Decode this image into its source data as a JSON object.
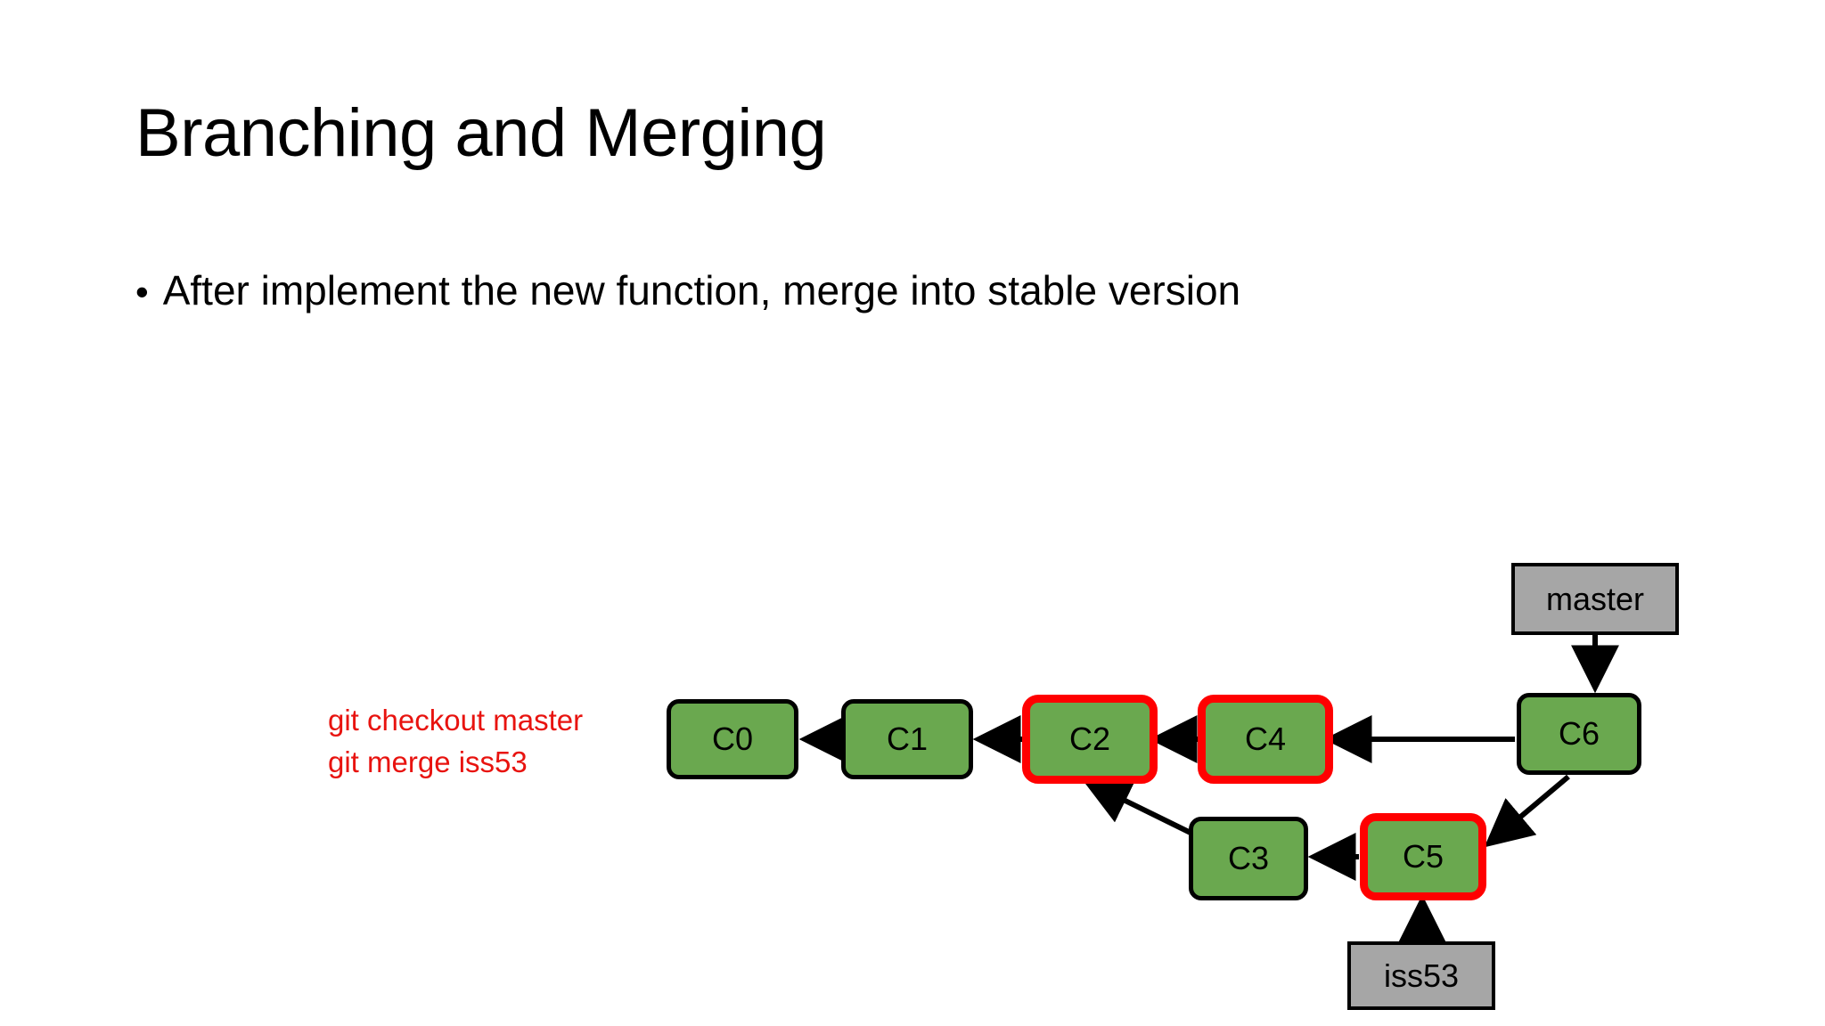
{
  "slide": {
    "title": "Branching and Merging",
    "bullet_marker": "•",
    "bullet_text": "After implement the new function, merge into stable version",
    "background_color": "#ffffff"
  },
  "annotation": {
    "color": "#e8130f",
    "lines": [
      "git checkout master",
      "git merge iss53"
    ]
  },
  "colors": {
    "commit_fill": "#6aa84f",
    "commit_stroke": "#000000",
    "highlight_stroke": "#ff0000",
    "branch_fill": "#a6a6a6",
    "branch_stroke": "#000000",
    "arrow": "#000000",
    "text": "#000000"
  },
  "graph": {
    "commits": [
      {
        "id": "c0",
        "label": "C0",
        "highlighted": false
      },
      {
        "id": "c1",
        "label": "C1",
        "highlighted": false
      },
      {
        "id": "c2",
        "label": "C2",
        "highlighted": true
      },
      {
        "id": "c4",
        "label": "C4",
        "highlighted": true
      },
      {
        "id": "c6",
        "label": "C6",
        "highlighted": false
      },
      {
        "id": "c3",
        "label": "C3",
        "highlighted": false
      },
      {
        "id": "c5",
        "label": "C5",
        "highlighted": true
      }
    ],
    "branch_labels": [
      {
        "id": "master",
        "label": "master",
        "points_to": "c6"
      },
      {
        "id": "iss53",
        "label": "iss53",
        "points_to": "c5"
      }
    ],
    "edges": [
      {
        "from": "c1",
        "to": "c0"
      },
      {
        "from": "c2",
        "to": "c1"
      },
      {
        "from": "c4",
        "to": "c2"
      },
      {
        "from": "c6",
        "to": "c4"
      },
      {
        "from": "c3",
        "to": "c2"
      },
      {
        "from": "c5",
        "to": "c3"
      },
      {
        "from": "c6",
        "to": "c5"
      }
    ]
  }
}
